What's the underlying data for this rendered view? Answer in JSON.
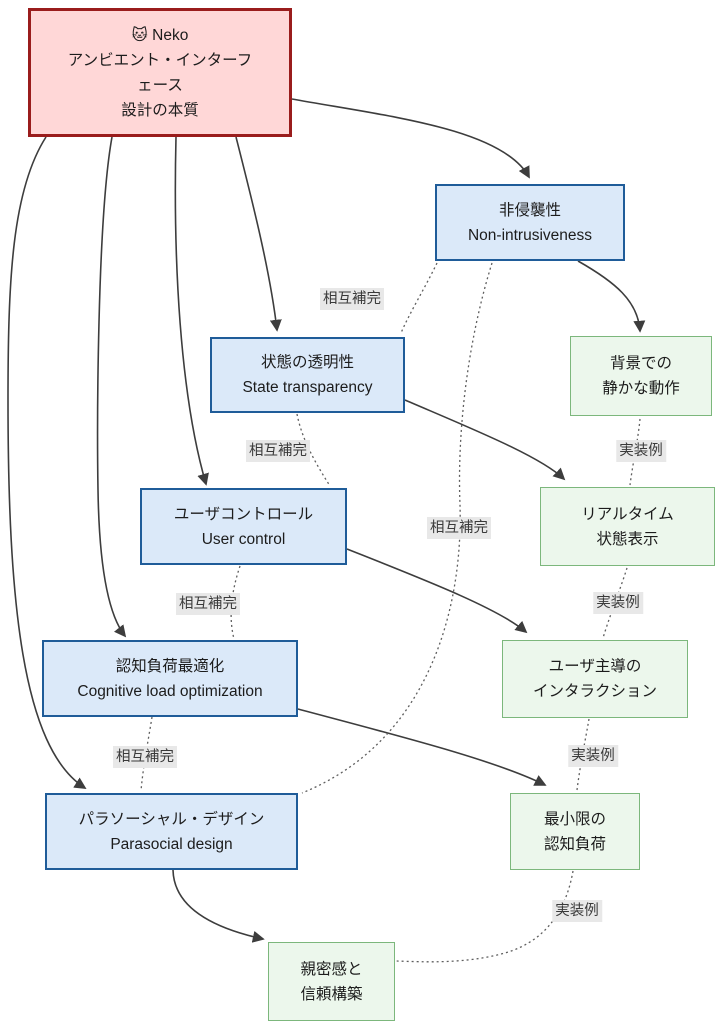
{
  "diagram": {
    "type": "flowchart",
    "background_color": "#ffffff",
    "edge_label_bg": "#e8e8e8",
    "colors": {
      "root_fill": "#ffd7d7",
      "root_border": "#9a1c1c",
      "principle_fill": "#dbe9f9",
      "principle_border": "#1f5c99",
      "example_fill": "#ecf7ec",
      "example_border": "#7cb77c",
      "solid_edge": "#3d3d3d",
      "dotted_edge": "#5f5f5f"
    },
    "nodes": {
      "root": {
        "lines": [
          "🐱 Neko",
          "アンビエント・インターフ",
          "ェース",
          "設計の本質"
        ]
      },
      "p1": {
        "lines": [
          "非侵襲性",
          "Non-intrusiveness"
        ]
      },
      "p2": {
        "lines": [
          "状態の透明性",
          "State transparency"
        ]
      },
      "p3": {
        "lines": [
          "ユーザコントロール",
          "User control"
        ]
      },
      "p4": {
        "lines": [
          "認知負荷最適化",
          "Cognitive load optimization"
        ]
      },
      "p5": {
        "lines": [
          "パラソーシャル・デザイン",
          "Parasocial design"
        ]
      },
      "e1": {
        "lines": [
          "背景での",
          "静かな動作"
        ]
      },
      "e2": {
        "lines": [
          "リアルタイム",
          "状態表示"
        ]
      },
      "e3": {
        "lines": [
          "ユーザ主導の",
          "インタラクション"
        ]
      },
      "e4": {
        "lines": [
          "最小限の",
          "認知負荷"
        ]
      },
      "e5": {
        "lines": [
          "親密感と",
          "信頼構築"
        ]
      }
    },
    "edges": [
      {
        "from": "root",
        "to": "p1",
        "style": "solid",
        "label": ""
      },
      {
        "from": "root",
        "to": "p2",
        "style": "solid",
        "label": ""
      },
      {
        "from": "root",
        "to": "p3",
        "style": "solid",
        "label": ""
      },
      {
        "from": "root",
        "to": "p4",
        "style": "solid",
        "label": ""
      },
      {
        "from": "root",
        "to": "p5",
        "style": "solid",
        "label": ""
      },
      {
        "from": "p1",
        "to": "e1",
        "style": "solid",
        "label": ""
      },
      {
        "from": "p2",
        "to": "e2",
        "style": "solid",
        "label": ""
      },
      {
        "from": "p3",
        "to": "e3",
        "style": "solid",
        "label": ""
      },
      {
        "from": "p4",
        "to": "e4",
        "style": "solid",
        "label": ""
      },
      {
        "from": "p5",
        "to": "e5",
        "style": "solid",
        "label": ""
      },
      {
        "from": "p1",
        "to": "p2",
        "style": "dotted",
        "label": "相互補完"
      },
      {
        "from": "p2",
        "to": "p3",
        "style": "dotted",
        "label": "相互補完"
      },
      {
        "from": "p3",
        "to": "p4",
        "style": "dotted",
        "label": "相互補完"
      },
      {
        "from": "p4",
        "to": "p5",
        "style": "dotted",
        "label": "相互補完"
      },
      {
        "from": "p1",
        "to": "p5",
        "style": "dotted",
        "label": "相互補完"
      },
      {
        "from": "e1",
        "to": "e2",
        "style": "dotted",
        "label": "実装例"
      },
      {
        "from": "e2",
        "to": "e3",
        "style": "dotted",
        "label": "実装例"
      },
      {
        "from": "e3",
        "to": "e4",
        "style": "dotted",
        "label": "実装例"
      },
      {
        "from": "e4",
        "to": "e5",
        "style": "dotted",
        "label": "実装例"
      }
    ]
  }
}
